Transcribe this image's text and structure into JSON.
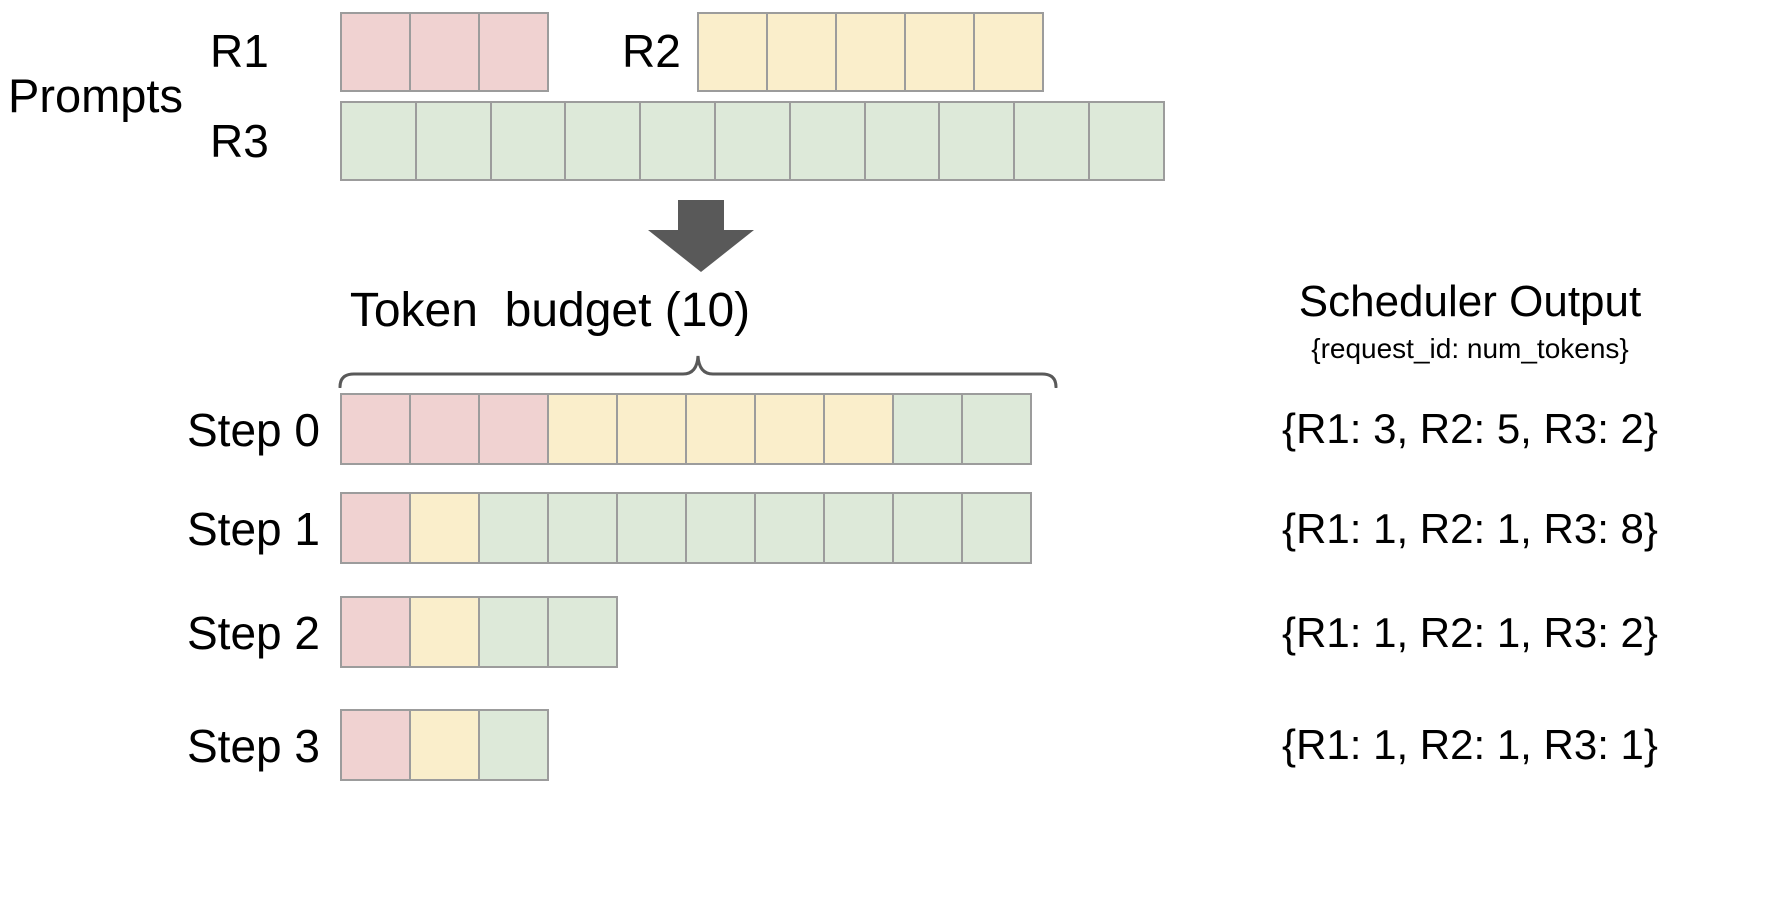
{
  "diagram": {
    "title_left": "Prompts",
    "budget_title": "Token  budget (10)",
    "scheduler_title": "Scheduler Output",
    "scheduler_subtitle": "{request_id: num_tokens}"
  },
  "colors": {
    "r1": "#f0d2d1",
    "r2": "#faeecb",
    "r3": "#dde9d9",
    "cell_border": "#9c9c9c",
    "arrow": "#595959",
    "brace": "#595959",
    "text": "#000000",
    "background": "#ffffff"
  },
  "prompts": [
    {
      "id": "R1",
      "label": "R1",
      "tokens": 3,
      "color_key": "r1"
    },
    {
      "id": "R2",
      "label": "R2",
      "tokens": 5,
      "color_key": "r2"
    },
    {
      "id": "R3",
      "label": "R3",
      "tokens": 11,
      "color_key": "r3"
    }
  ],
  "token_budget": 10,
  "steps": [
    {
      "label": "Step 0",
      "segments": [
        {
          "request": "R1",
          "count": 3,
          "color_key": "r1"
        },
        {
          "request": "R2",
          "count": 5,
          "color_key": "r2"
        },
        {
          "request": "R3",
          "count": 2,
          "color_key": "r3"
        }
      ],
      "output": "{R1: 3, R2: 5, R3: 2}"
    },
    {
      "label": "Step 1",
      "segments": [
        {
          "request": "R1",
          "count": 1,
          "color_key": "r1"
        },
        {
          "request": "R2",
          "count": 1,
          "color_key": "r2"
        },
        {
          "request": "R3",
          "count": 8,
          "color_key": "r3"
        }
      ],
      "output": "{R1: 1, R2: 1, R3: 8}"
    },
    {
      "label": "Step 2",
      "segments": [
        {
          "request": "R1",
          "count": 1,
          "color_key": "r1"
        },
        {
          "request": "R2",
          "count": 1,
          "color_key": "r2"
        },
        {
          "request": "R3",
          "count": 2,
          "color_key": "r3"
        }
      ],
      "output": "{R1: 1, R2: 1, R3: 2}"
    },
    {
      "label": "Step 3",
      "segments": [
        {
          "request": "R1",
          "count": 1,
          "color_key": "r1"
        },
        {
          "request": "R2",
          "count": 1,
          "color_key": "r2"
        },
        {
          "request": "R3",
          "count": 1,
          "color_key": "r3"
        }
      ],
      "output": "{R1: 1, R2: 1, R3: 1}"
    }
  ],
  "icons": {
    "flow_arrow": "down-arrow-icon",
    "budget_brace": "curly-brace-icon"
  }
}
